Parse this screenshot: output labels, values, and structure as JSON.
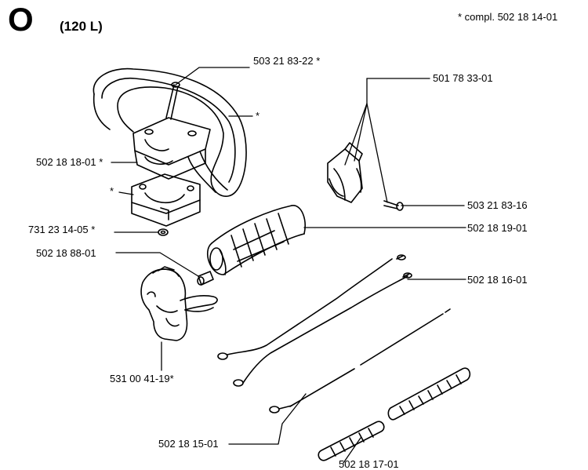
{
  "header": {
    "section_letter": "O",
    "model": "(120 L)",
    "note": "* compl. 502 18 14-01"
  },
  "parts": [
    {
      "id": "p1",
      "label": "503 21 83-22 *"
    },
    {
      "id": "p2",
      "label": "*"
    },
    {
      "id": "p3",
      "label": "501 78 33-01"
    },
    {
      "id": "p4",
      "label": "502 18 18-01  *"
    },
    {
      "id": "p5",
      "label": "*"
    },
    {
      "id": "p6",
      "label": "503 21 83-16"
    },
    {
      "id": "p7",
      "label": "731 23 14-05  *"
    },
    {
      "id": "p8",
      "label": "502 18 19-01"
    },
    {
      "id": "p9",
      "label": "502 18 88-01"
    },
    {
      "id": "p10",
      "label": "502 18 16-01"
    },
    {
      "id": "p11",
      "label": "531 00 41-19*"
    },
    {
      "id": "p12",
      "label": "502 18 15-01"
    },
    {
      "id": "p13",
      "label": "502 18 17-01"
    }
  ]
}
